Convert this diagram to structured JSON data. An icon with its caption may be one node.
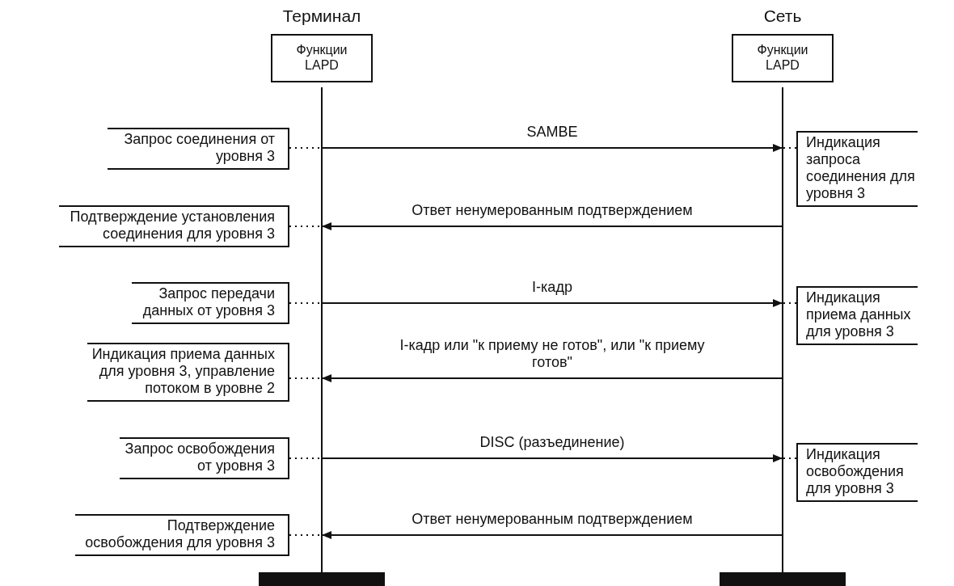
{
  "diagram": {
    "nodes": [
      {
        "text": [
          "Терминал",
          "Функции LAPD"
        ]
      },
      {
        "text": [
          "Сеть",
          "Функции LAPD"
        ]
      },
      {
        "text": [
          "Запрос соединения от уровня 3"
        ]
      },
      {
        "text": [
          "Индикация запроса соединения для уровня 3"
        ]
      },
      {
        "text": [
          "Подтверждение установления соединения для уровня 3"
        ]
      },
      {
        "text": [
          "Запрос передачи данных от уровня 3"
        ]
      },
      {
        "text": [
          "Индикация приема данных для уровня 3"
        ]
      },
      {
        "text": [
          "Индикация приема данных для уровня 3, управление потоком в уровне 2"
        ]
      },
      {
        "text": [
          "Запрос освобождения от уровня 3"
        ]
      },
      {
        "text": [
          "Индикация освобождения для уровня 3"
        ]
      },
      {
        "text": [
          "Подтверждение освобождения для уровня 3"
        ]
      }
    ],
    "edges": [
      {
        "from": 0,
        "to": 1,
        "arrow": "to",
        "label": "SAMBE"
      },
      {
        "from": 1,
        "to": 0,
        "arrow": "to",
        "label": "Ответ ненумерованным подтверждением"
      },
      {
        "from": 0,
        "to": 1,
        "arrow": "to",
        "label": "I-кадр"
      },
      {
        "from": 1,
        "to": 0,
        "arrow": "to",
        "label": "I-кадр или \"к приему не готов\", или \"к приему готов\""
      },
      {
        "from": 0,
        "to": 1,
        "arrow": "to",
        "label": "DISC (разъединение)"
      },
      {
        "from": 1,
        "to": 0,
        "arrow": "to",
        "label": "Ответ ненумерованным подтверждением"
      },
      {
        "from": 2,
        "to": 0,
        "arrow": "none",
        "style": "dashed"
      },
      {
        "from": 3,
        "to": 1,
        "arrow": "none",
        "style": "dashed"
      },
      {
        "from": 4,
        "to": 0,
        "arrow": "none",
        "style": "dashed"
      },
      {
        "from": 5,
        "to": 0,
        "arrow": "none",
        "style": "dashed"
      },
      {
        "from": 6,
        "to": 1,
        "arrow": "none",
        "style": "dashed"
      },
      {
        "from": 7,
        "to": 0,
        "arrow": "none",
        "style": "dashed"
      },
      {
        "from": 8,
        "to": 0,
        "arrow": "none",
        "style": "dashed"
      },
      {
        "from": 9,
        "to": 1,
        "arrow": "none",
        "style": "dashed"
      },
      {
        "from": 10,
        "to": 0,
        "arrow": "none",
        "style": "dashed"
      }
    ]
  }
}
